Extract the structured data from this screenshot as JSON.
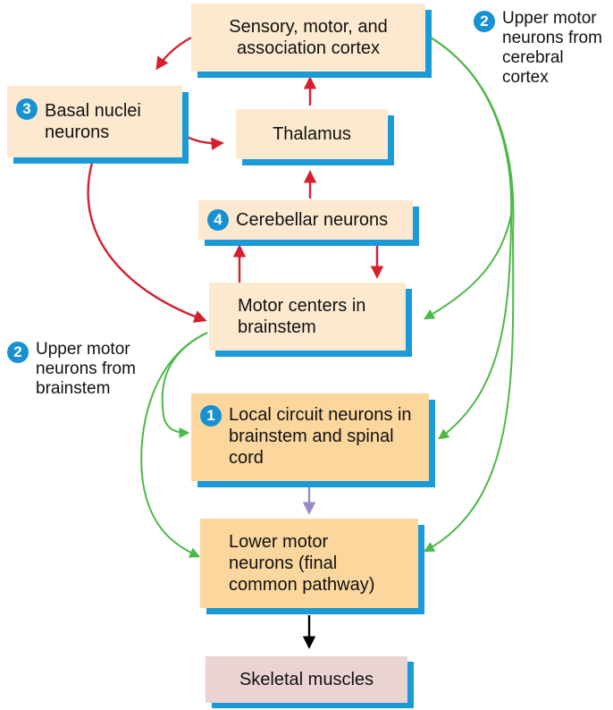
{
  "nodes": {
    "cortex": "Sensory, motor, and association cortex",
    "basal": "Basal nuclei neurons",
    "thalamus": "Thalamus",
    "cerebellar": "Cerebellar neurons",
    "motor_centers": "Motor centers in brainstem",
    "local_circuit": "Local circuit neurons in brainstem and spinal cord",
    "lower_motor": "Lower motor neurons (final common pathway)",
    "skeletal": "Skeletal muscles"
  },
  "badges": {
    "one": "1",
    "two": "2",
    "three": "3",
    "four": "4"
  },
  "labels": {
    "upper_cortex": "Upper motor neurons from cerebral cortex",
    "upper_brainstem": "Upper motor neurons from brainstem"
  },
  "colors": {
    "box_light": "#fde9cf",
    "box_dark": "#fbd69d",
    "box_pink": "#ead3d3",
    "box_shadow": "#1a9ad6",
    "badge": "#1791d2",
    "arrow_red": "#d4202c",
    "arrow_green": "#4db848",
    "arrow_purple": "#9b8ac4",
    "arrow_black": "#000000"
  }
}
